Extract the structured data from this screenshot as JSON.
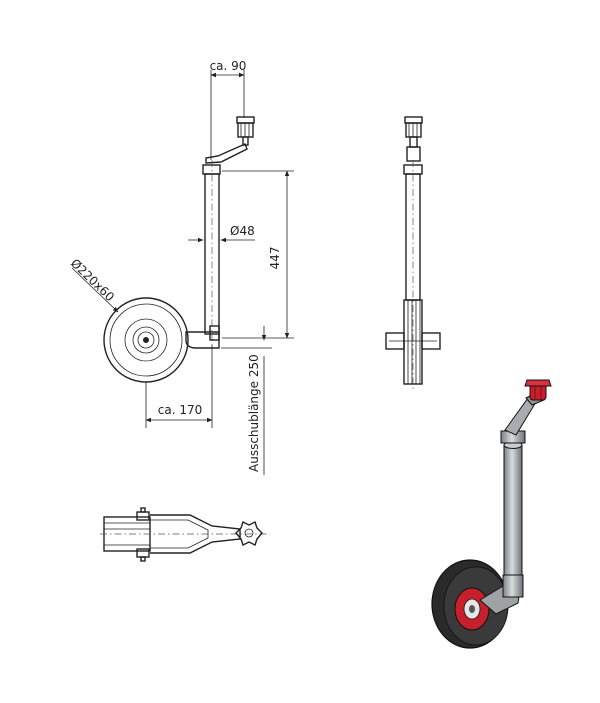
{
  "dimensions": {
    "top_width": "ca. 90",
    "tube_diameter": "Ø48",
    "height": "447",
    "wheel": "Ø220x60",
    "bottom_width": "ca. 170",
    "stroke": "Ausschublänge 250"
  },
  "colors": {
    "line": "#222222",
    "tube_fill": "#b9bcbf",
    "tyre_fill": "#2a2a2a",
    "accent_red": "#c8202a"
  }
}
